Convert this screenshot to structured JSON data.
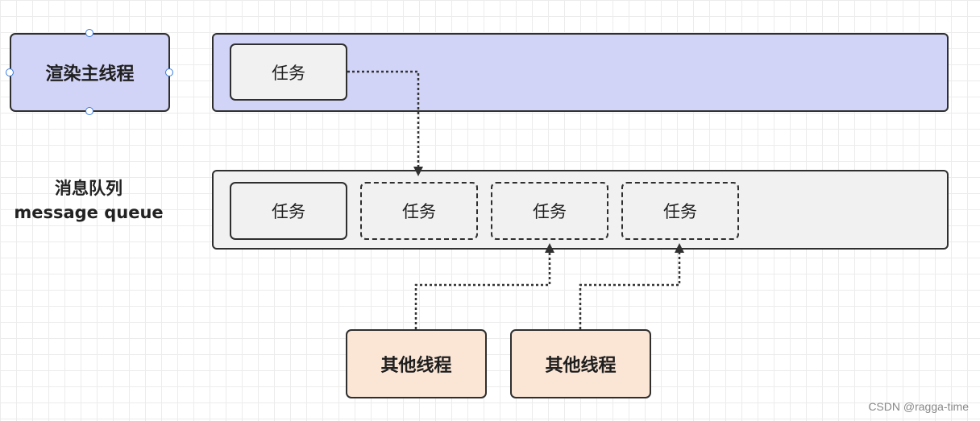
{
  "main_thread": {
    "label": "渲染主线程",
    "fill": "#d2d4f7"
  },
  "main_lane": {
    "fill": "#d2d4f7",
    "task_label": "任务"
  },
  "queue": {
    "title_cn": "消息队列",
    "title_en": "message queue",
    "fill": "#f1f1f1",
    "tasks": [
      "任务",
      "任务",
      "任务",
      "任务"
    ]
  },
  "other_threads": [
    {
      "label": "其他线程",
      "fill": "#fbe6d6"
    },
    {
      "label": "其他线程",
      "fill": "#fbe6d6"
    }
  ],
  "watermark": "CSDN @ragga-time"
}
